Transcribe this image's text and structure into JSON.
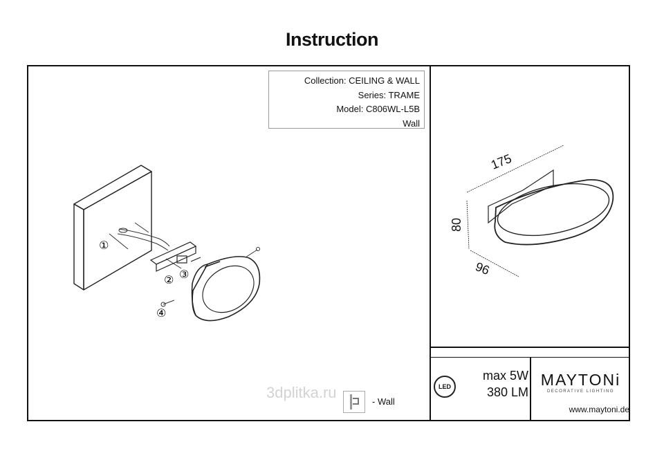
{
  "title": "Instruction",
  "info": {
    "collection": "Collection: CEILING & WALL",
    "series": "Series: TRAME",
    "model": "Model: C806WL-L5B",
    "mount": "Wall"
  },
  "dimensions": {
    "length": "175",
    "height": "80",
    "depth": "96"
  },
  "steps": [
    "①",
    "②",
    "③",
    "④"
  ],
  "specs": {
    "power": "max 5W",
    "lumen": "380 LM",
    "led_label": "LED"
  },
  "brand": {
    "name": "MAYTONi",
    "tagline": "DECORATIVE LIGHTING",
    "url": "www.maytoni.de"
  },
  "legend": {
    "wall": "- Wall"
  },
  "watermark": "3dplitka.ru"
}
